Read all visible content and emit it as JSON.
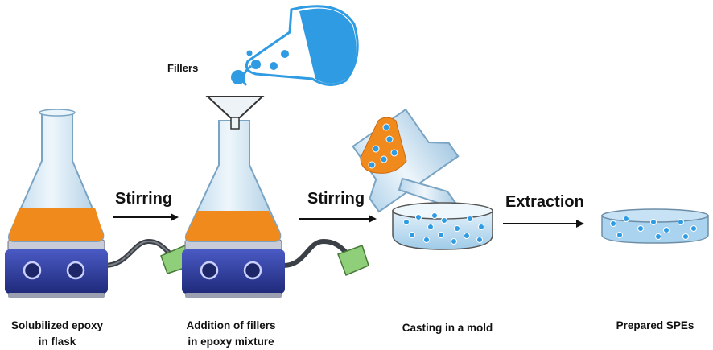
{
  "labels": {
    "fillers": "Fillers",
    "stirring_1": "Stirring",
    "stirring_2": "Stirring",
    "extraction": "Extraction",
    "step1_line1": "Solubilized epoxy",
    "step1_line2": "in flask",
    "step2_line1": "Addition of fillers",
    "step2_line2": "in epoxy mixture",
    "step3": "Casting in a mold",
    "step4": "Prepared SPEs"
  },
  "colors": {
    "epoxy_orange": "#f08a1c",
    "filler_blue": "#2f9be3",
    "stirrer_blue": "#2d3b9e",
    "plug_green": "#8fcf7a",
    "glass": "#cfe4f2",
    "mold_liquid": "#a9d3ee"
  },
  "icons": [
    "erlenmeyer-flask",
    "magnetic-stirrer",
    "funnel",
    "pouring-flask",
    "petri-dish",
    "arrow"
  ]
}
